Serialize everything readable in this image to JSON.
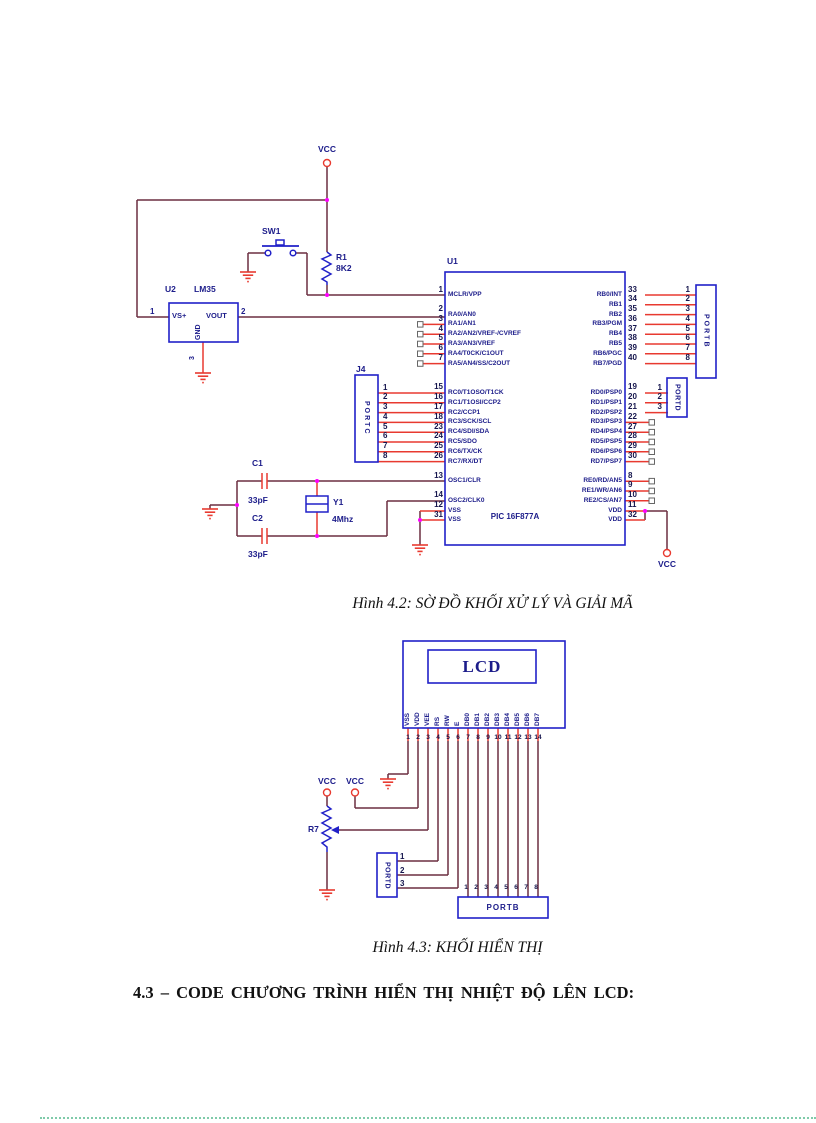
{
  "page": {
    "caption1": "Hình 4.2: SỜ ĐỒ KHỐI XỬ LÝ VÀ GIẢI MÃ",
    "caption2": "Hình 4.3: KHỐI HIỂN THỊ",
    "heading": "4.3 – CODE CHƯƠNG TRÌNH HIỂN THỊ NHIỆT ĐỘ LÊN LCD:"
  },
  "colors": {
    "wire_red": "#e83a30",
    "wire_dark": "#6b2e41",
    "component_blue": "#2121c8",
    "label_navy": "#1c1c8a",
    "junction_magenta": "#ff00ff",
    "page_border_dots": "#7fcbaa"
  },
  "s1": {
    "vcc_top": "VCC",
    "vcc_right": "VCC",
    "sw": {
      "ref": "SW1"
    },
    "r1": {
      "ref": "R1",
      "value": "8K2"
    },
    "sensor": {
      "ref": "U2",
      "part": "LM35",
      "pin_left": "VS+",
      "pin_mid": "GND",
      "pin_right": "VOUT",
      "n1": "1",
      "n2": "2",
      "n3": "3"
    },
    "osc": {
      "c1": "C1",
      "c1_val": "33pF",
      "c2": "C2",
      "c2_val": "33pF",
      "y1": "Y1",
      "y1_val": "4Mhz"
    },
    "mcu": {
      "ref": "U1",
      "part": "PIC 16F877A",
      "left_pins": [
        {
          "n": "1",
          "label": "MCLR/VPP"
        },
        {
          "n": "",
          "label": ""
        },
        {
          "n": "2",
          "label": "RA0/AN0"
        },
        {
          "n": "3",
          "label": "RA1/AN1"
        },
        {
          "n": "4",
          "label": "RA2/AN2/VREF-/CVREF"
        },
        {
          "n": "5",
          "label": "RA3/AN3/VREF"
        },
        {
          "n": "6",
          "label": "RA4/T0CK/C1OUT"
        },
        {
          "n": "7",
          "label": "RA5/AN4/SS/C2OUT"
        },
        {
          "n": "",
          "label": ""
        },
        {
          "n": "",
          "label": ""
        },
        {
          "n": "15",
          "label": "RC0/T1OSO/T1CK"
        },
        {
          "n": "16",
          "label": "RC1/T1OSI/CCP2"
        },
        {
          "n": "17",
          "label": "RC2/CCP1"
        },
        {
          "n": "18",
          "label": "RC3/SCK/SCL"
        },
        {
          "n": "23",
          "label": "RC4/SDI/SDA"
        },
        {
          "n": "24",
          "label": "RC5/SDO"
        },
        {
          "n": "25",
          "label": "RC6/TX/CK"
        },
        {
          "n": "26",
          "label": "RC7/RX/DT"
        },
        {
          "n": "",
          "label": ""
        },
        {
          "n": "13",
          "label": "OSC1/CLR"
        },
        {
          "n": "",
          "label": ""
        },
        {
          "n": "14",
          "label": "OSC2/CLK0"
        },
        {
          "n": "12",
          "label": "VSS"
        },
        {
          "n": "31",
          "label": "VSS"
        }
      ],
      "right_pins": [
        {
          "label": "RB0/INT",
          "n": "33"
        },
        {
          "label": "RB1",
          "n": "34"
        },
        {
          "label": "RB2",
          "n": "35"
        },
        {
          "label": "RB3/PGM",
          "n": "36"
        },
        {
          "label": "RB4",
          "n": "37"
        },
        {
          "label": "RB5",
          "n": "38"
        },
        {
          "label": "RB6/PGC",
          "n": "39"
        },
        {
          "label": "RB7/PGD",
          "n": "40"
        },
        {
          "label": "",
          "n": ""
        },
        {
          "label": "",
          "n": ""
        },
        {
          "label": "RD0/PSP0",
          "n": "19"
        },
        {
          "label": "RD1/PSP1",
          "n": "20"
        },
        {
          "label": "RD2/PSP2",
          "n": "21"
        },
        {
          "label": "RD3/PSP3",
          "n": "22"
        },
        {
          "label": "RD4/PSP4",
          "n": "27"
        },
        {
          "label": "RD5/PSP5",
          "n": "28"
        },
        {
          "label": "RD6/PSP6",
          "n": "29"
        },
        {
          "label": "RD7/PSP7",
          "n": "30"
        },
        {
          "label": "",
          "n": ""
        },
        {
          "label": "RE0/RD/AN5",
          "n": "8"
        },
        {
          "label": "RE1/WR/AN6",
          "n": "9"
        },
        {
          "label": "RE2/CS/AN7",
          "n": "10"
        },
        {
          "label": "VDD",
          "n": "11"
        },
        {
          "label": "VDD",
          "n": "32"
        }
      ]
    },
    "j4": {
      "ref": "J4",
      "label": "PORTC",
      "pins": [
        "1",
        "2",
        "3",
        "4",
        "5",
        "6",
        "7",
        "8"
      ]
    },
    "portb": {
      "label": "PORTB",
      "pins": [
        "1",
        "2",
        "3",
        "4",
        "5",
        "6",
        "7",
        "8"
      ]
    },
    "portd": {
      "label": "PORTD",
      "pins": [
        "1",
        "2",
        "3"
      ]
    }
  },
  "s2": {
    "lcd": {
      "title": "LCD",
      "pins": [
        "VSS",
        "VDD",
        "VEE",
        "RS",
        "RW",
        "E",
        "DB0",
        "DB1",
        "DB2",
        "DB3",
        "DB4",
        "DB5",
        "DB6",
        "DB7"
      ],
      "pin_numbers": [
        "1",
        "2",
        "3",
        "4",
        "5",
        "6",
        "7",
        "8",
        "9",
        "10",
        "11",
        "12",
        "13",
        "14"
      ]
    },
    "vcc1": "VCC",
    "vcc2": "VCC",
    "pot": {
      "ref": "R7"
    },
    "portd": {
      "label": "PORTD",
      "pins": [
        "1",
        "2",
        "3"
      ]
    },
    "portb": {
      "label": "PORTB",
      "pins": [
        "1",
        "2",
        "3",
        "4",
        "5",
        "6",
        "7",
        "8"
      ]
    }
  }
}
